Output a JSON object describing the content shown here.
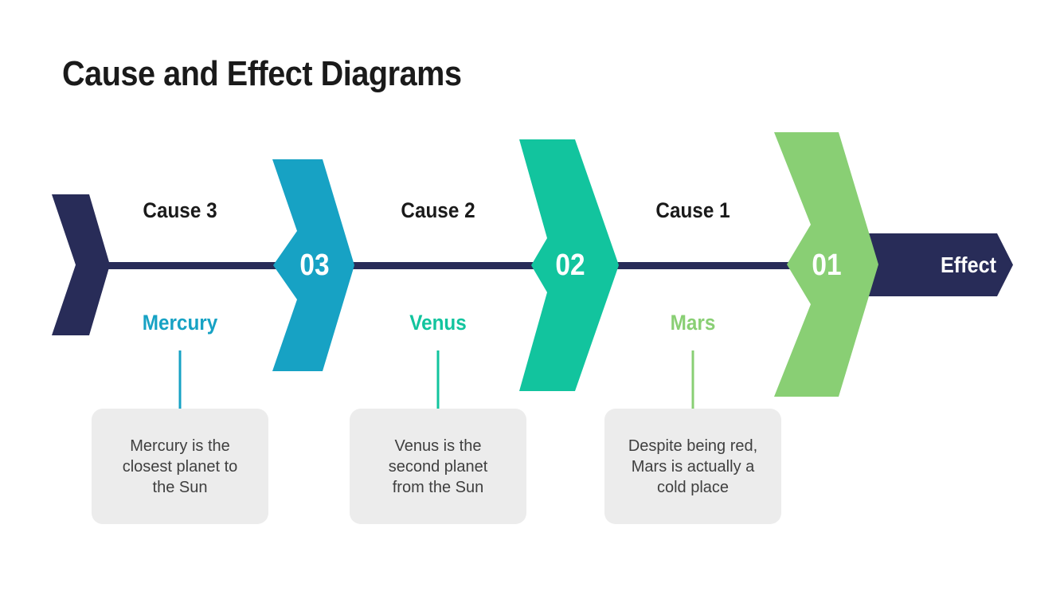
{
  "slide": {
    "title": "Cause and Effect Diagrams"
  },
  "diagram": {
    "effect_label": "Effect",
    "causes": [
      {
        "cause_label": "Cause 3",
        "step_number": "03",
        "item_label": "Mercury",
        "description": "Mercury is the closest planet to the Sun",
        "color": "#17A2C4"
      },
      {
        "cause_label": "Cause 2",
        "step_number": "02",
        "item_label": "Venus",
        "description": "Venus is the second planet from the Sun",
        "color": "#12C49E"
      },
      {
        "cause_label": "Cause 1",
        "step_number": "01",
        "item_label": "Mars",
        "description": "Despite being red, Mars is actually a cold place",
        "color": "#89CF74"
      }
    ]
  },
  "colors": {
    "navy": "#282C58",
    "teal": "#17A2C4",
    "green": "#12C49E",
    "light_green": "#89CF74",
    "box_background": "#ECECEC",
    "box_text": "#3F3F3F",
    "heading_text": "#1A1A1A",
    "number_text": "#FFFFFF",
    "background": "#FFFFFF"
  }
}
